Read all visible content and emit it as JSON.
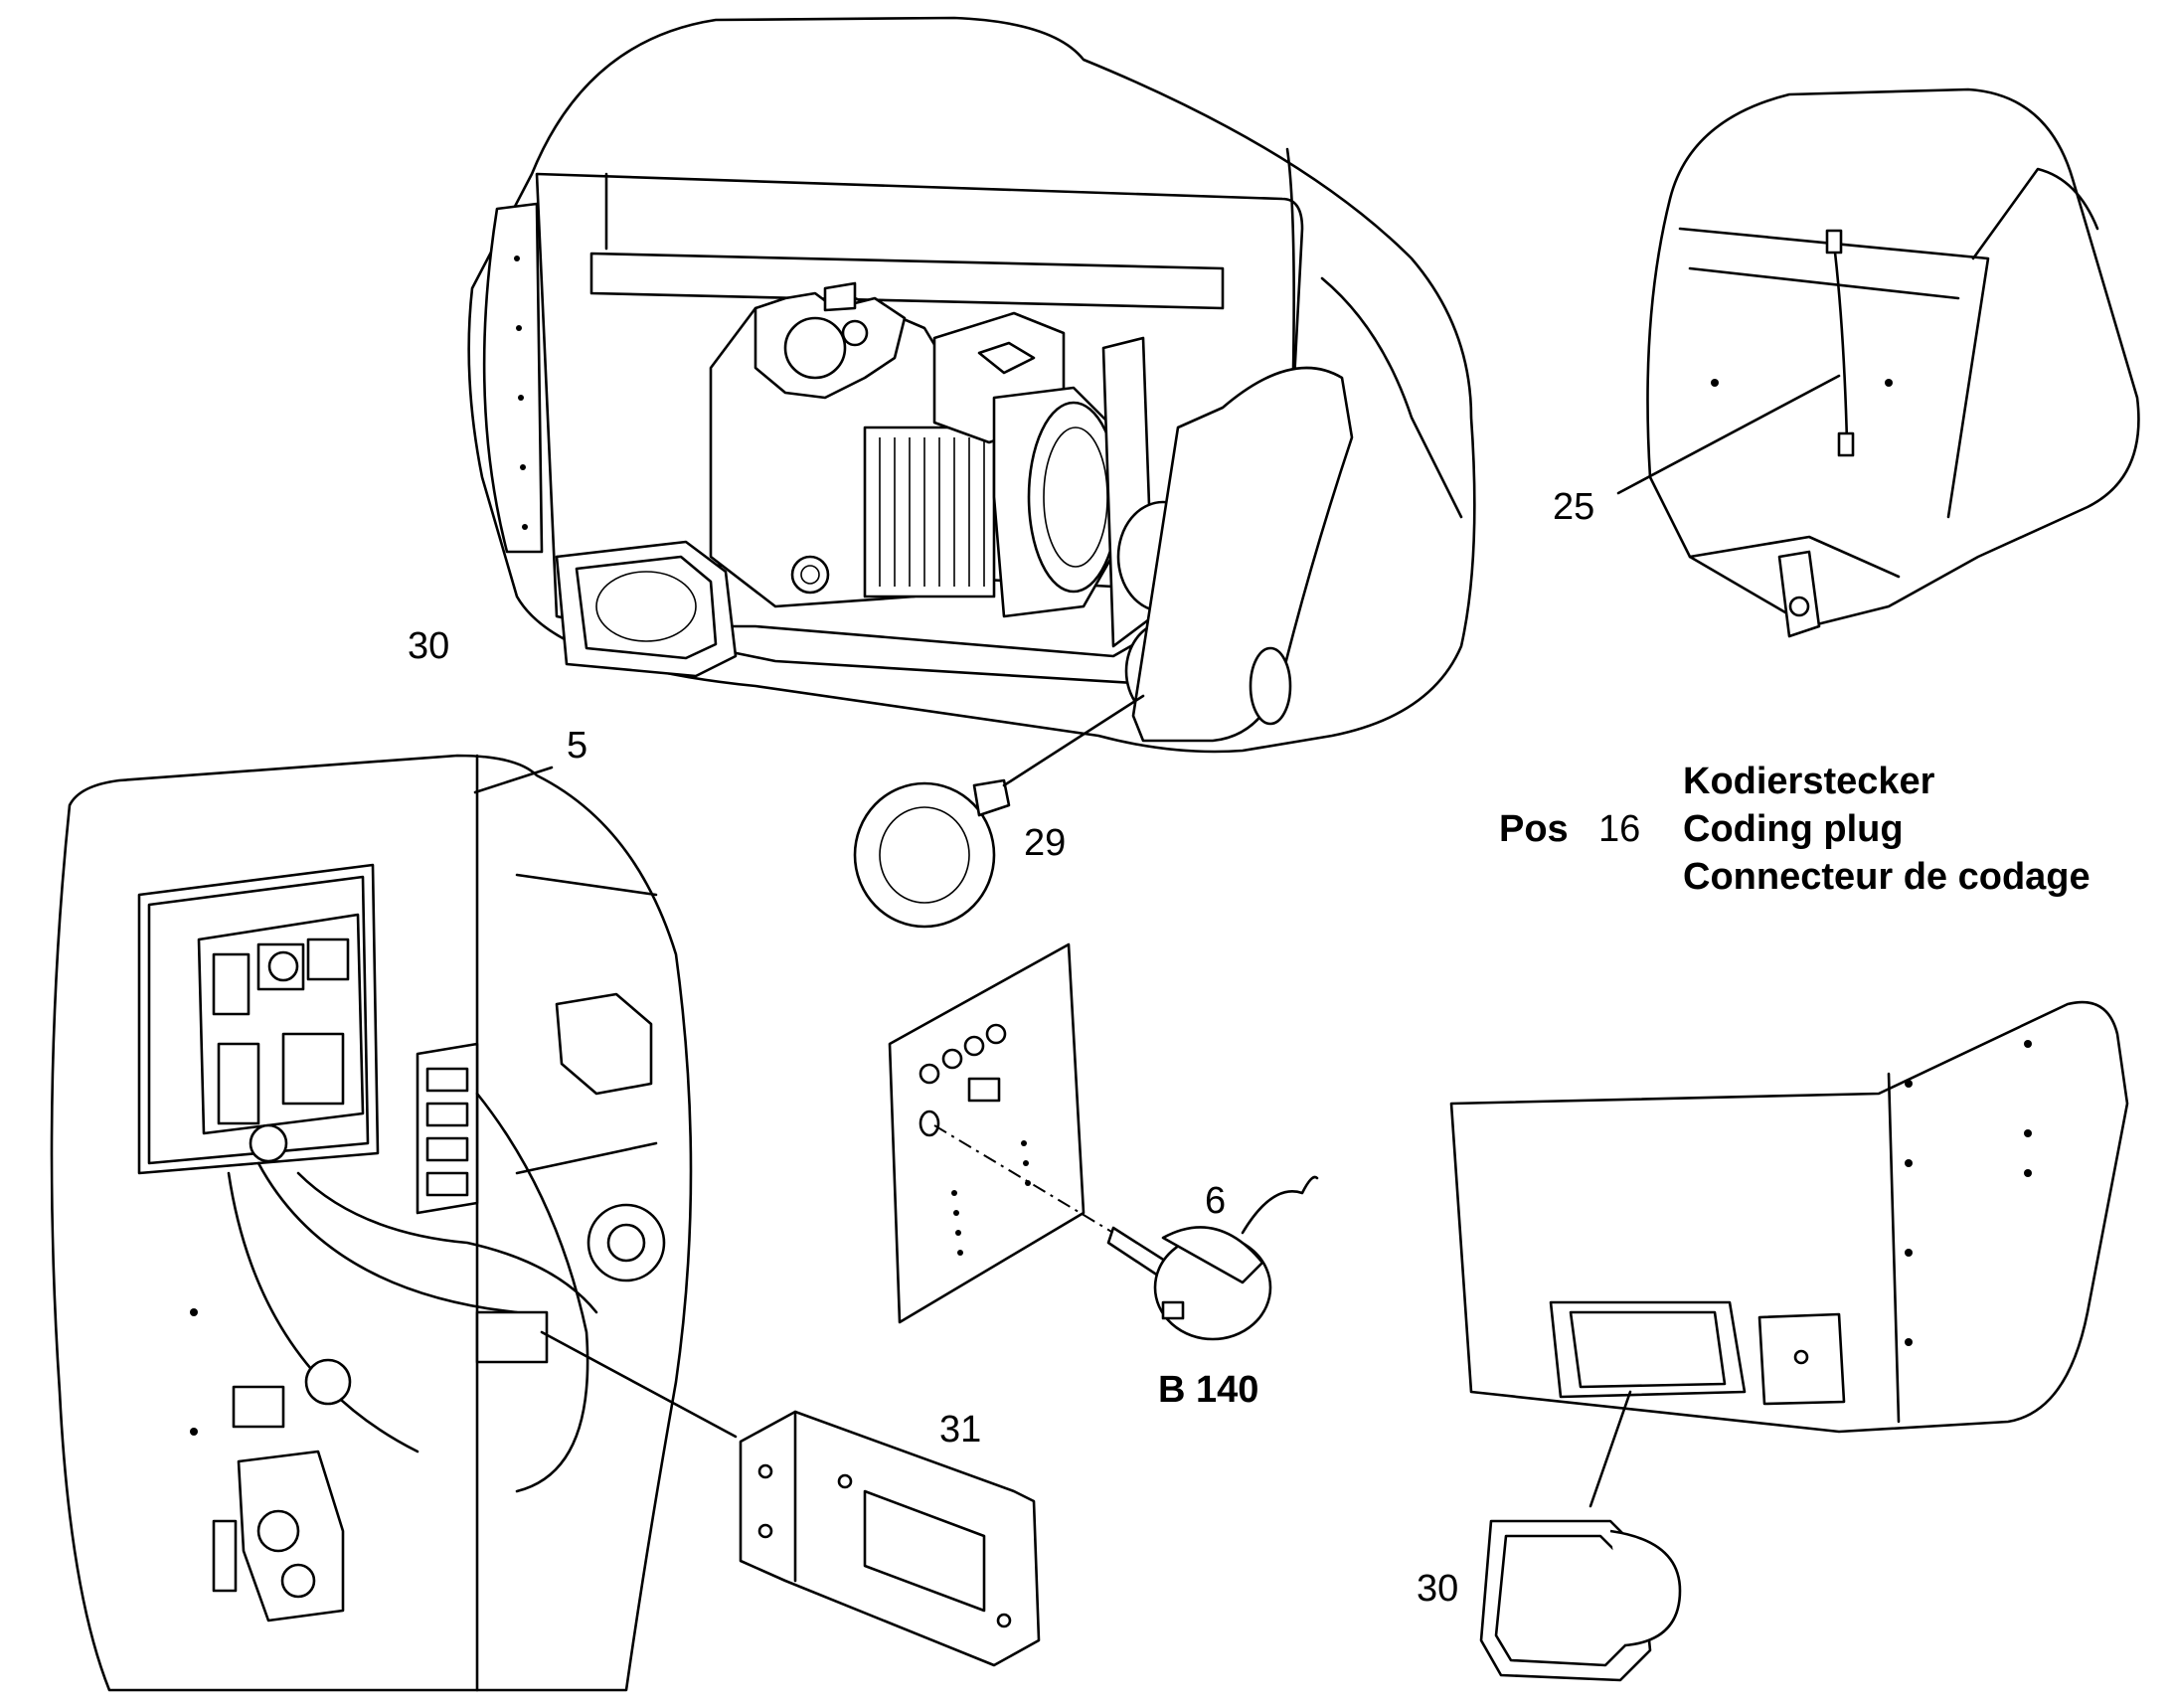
{
  "callouts": {
    "c30_top": "30",
    "c25": "25",
    "c5": "5",
    "c29": "29",
    "c6": "6",
    "b140": "B 140",
    "c31": "31",
    "c30_bottom": "30"
  },
  "legend": {
    "pos_label": "Pos",
    "pos_number": "16",
    "line_de": "Kodierstecker",
    "line_en": "Coding plug",
    "line_fr": "Connecteur de codage"
  }
}
